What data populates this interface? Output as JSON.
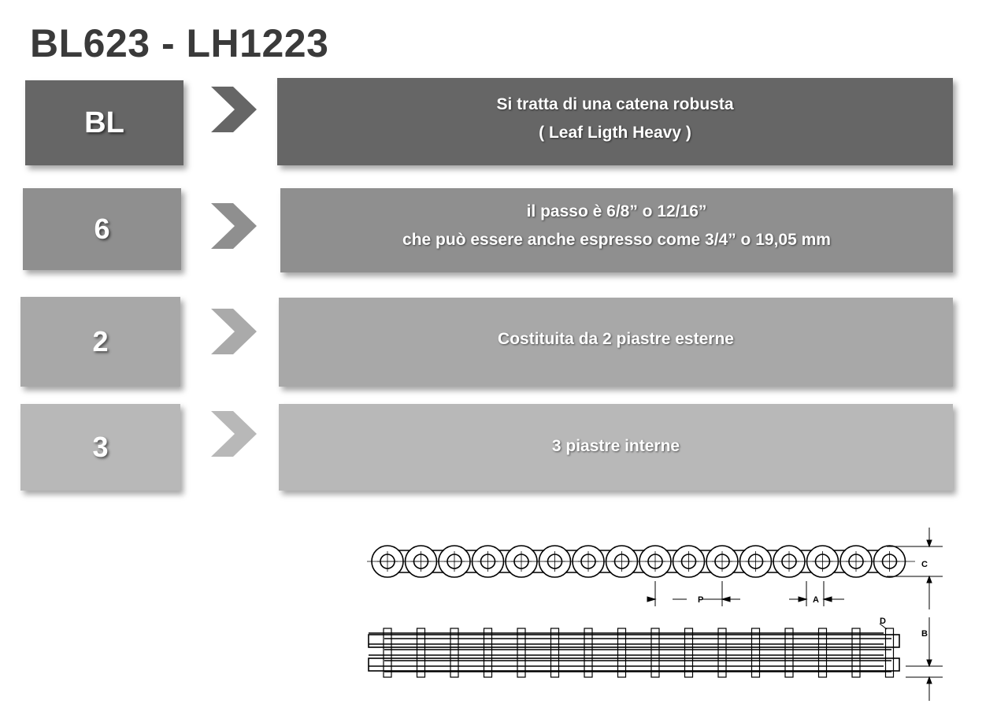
{
  "title": "BL623 - LH1223",
  "rows": [
    {
      "code": "BL",
      "lines": [
        "Si tratta di una catena robusta",
        "( Leaf Ligth Heavy )"
      ],
      "color": "#666666"
    },
    {
      "code": "6",
      "lines": [
        "il passo è 6/8” o 12/16”",
        "che può essere anche espresso come 3/4” o 19,05 mm"
      ],
      "color": "#8f8f8f"
    },
    {
      "code": "2",
      "lines": [
        "Costituita da 2 piastre esterne"
      ],
      "color": "#a8a8a8"
    },
    {
      "code": "3",
      "lines": [
        "3 piastre interne"
      ],
      "color": "#b8b8b8"
    }
  ],
  "arrow_colors": [
    "#666666",
    "#8f8f8f",
    "#aaaaaa",
    "#b8b8b8"
  ],
  "chain_labels": {
    "c": "C",
    "p": "P",
    "a": "A",
    "d": "D",
    "b": "B"
  },
  "icon": "chevron-right-icon"
}
